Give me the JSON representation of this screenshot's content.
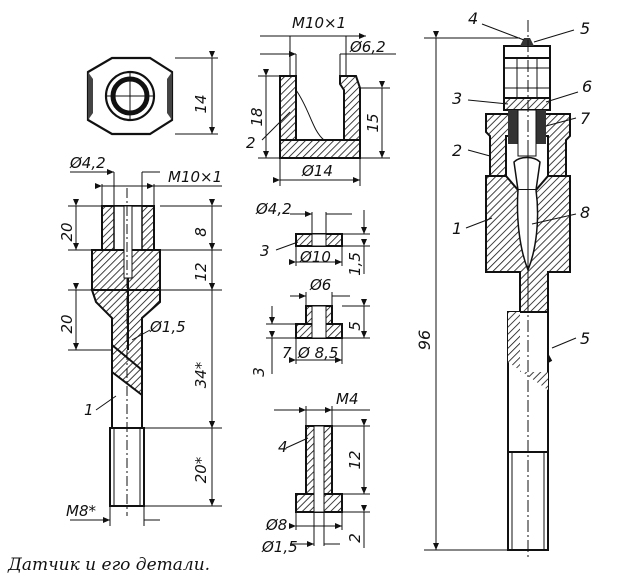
{
  "caption": "Датчик и его детали.",
  "hex_nut": {
    "dim_height": "14"
  },
  "part1": {
    "dims": {
      "diam_top": "Ø4,2",
      "thread_top": "M10×1",
      "top_len": "20",
      "mid_len": "20",
      "seg_8": "8",
      "seg_12": "12",
      "diam_hole": "Ø1,5",
      "len_34": "34*",
      "len_20": "20*",
      "thread_bottom": "M8*"
    },
    "leader": "1"
  },
  "part2": {
    "dims": {
      "thread": "M10×1",
      "diam_inner": "Ø6,2",
      "height_18": "18",
      "height_15": "15",
      "diam_outer": "Ø14"
    },
    "leader": "2"
  },
  "part3": {
    "dims": {
      "diam_inner": "Ø4,2",
      "diam_outer": "Ø10",
      "height": "1,5"
    },
    "leader": "3"
  },
  "part7": {
    "dims": {
      "diam_top": "Ø6",
      "height_5": "5",
      "height_3": "3",
      "diam_outer": "Ø 8,5"
    },
    "leader": "7"
  },
  "part4": {
    "dims": {
      "thread": "M4",
      "height_12": "12",
      "diam_8": "Ø8",
      "diam_15": "Ø1,5",
      "height_2": "2"
    },
    "leader": "4"
  },
  "assembly": {
    "total_length": "96",
    "leaders": [
      "4",
      "5",
      "3",
      "6",
      "2",
      "7",
      "1",
      "8",
      "5"
    ]
  }
}
